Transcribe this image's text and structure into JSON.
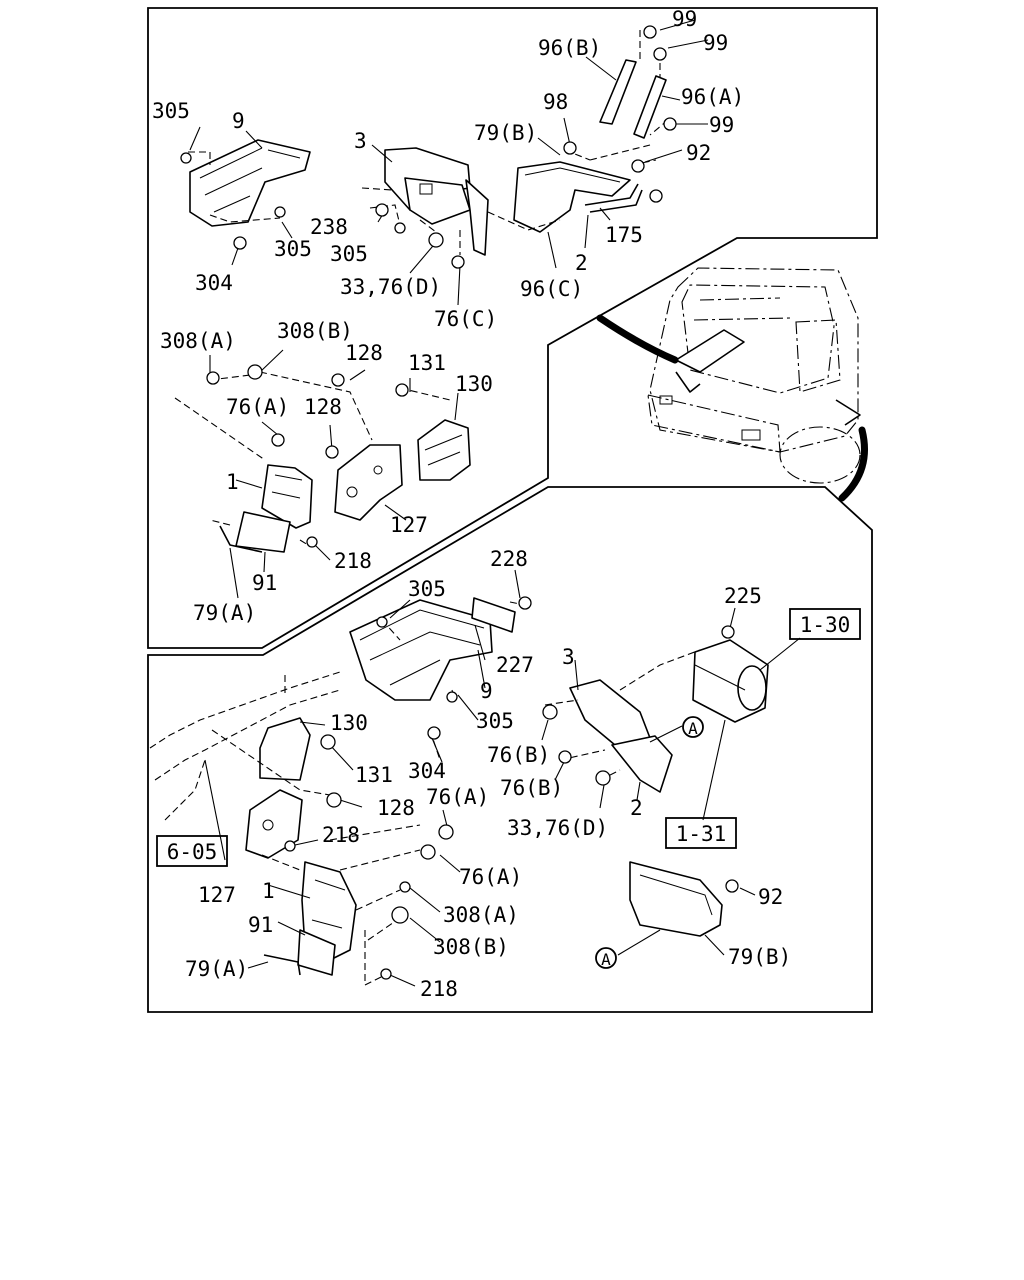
{
  "figure": {
    "upper_labels": [
      "99",
      "99",
      "96(B)",
      "96(A)",
      "99",
      "98",
      "79(B)",
      "92",
      "305",
      "9",
      "3",
      "238",
      "305",
      "305",
      "304",
      "175",
      "2",
      "33,76(D)",
      "96(C)",
      "76(C)",
      "308(A)",
      "308(B)",
      "128",
      "131",
      "130",
      "76(A)",
      "128",
      "1",
      "127",
      "218",
      "91",
      "79(A)"
    ],
    "lower_labels": [
      "228",
      "305",
      "227",
      "225",
      "3",
      "9",
      "305",
      "130",
      "131",
      "304",
      "76(B)",
      "76(B)",
      "2",
      "33,76(D)",
      "128",
      "76(A)",
      "218",
      "76(A)",
      "127",
      "1",
      "308(A)",
      "91",
      "308(B)",
      "79(A)",
      "218",
      "92",
      "79(B)"
    ],
    "ref_boxes": [
      "1-30",
      "1-31",
      "6-05"
    ],
    "callouts": [
      "A",
      "A"
    ]
  }
}
